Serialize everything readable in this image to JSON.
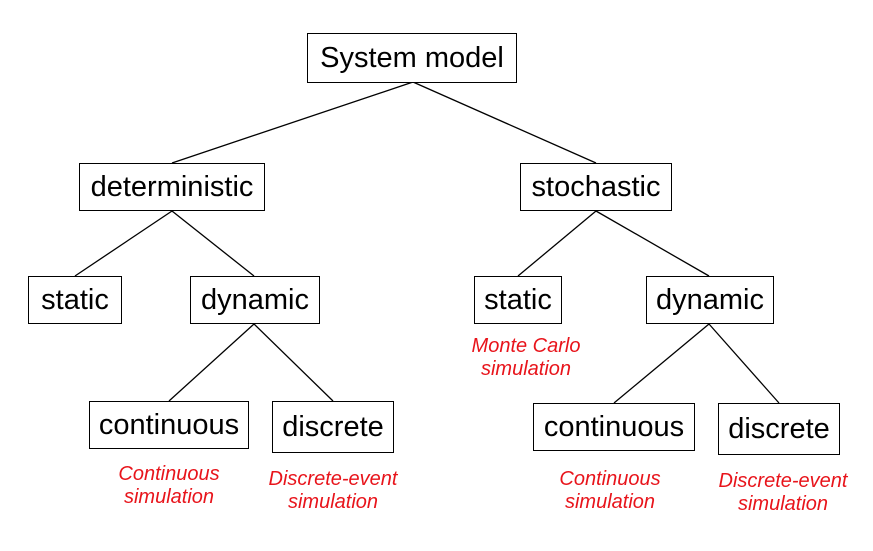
{
  "diagram": {
    "root": "System model",
    "deterministic": {
      "label": "deterministic",
      "static": "static",
      "dynamic": "dynamic",
      "continuous": "continuous",
      "discrete": "discrete",
      "continuous_caption": [
        "Continuous",
        "simulation"
      ],
      "discrete_caption": [
        "Discrete-event",
        "simulation"
      ]
    },
    "stochastic": {
      "label": "stochastic",
      "static": "static",
      "static_caption": [
        "Monte Carlo",
        "simulation"
      ],
      "dynamic": "dynamic",
      "continuous": "continuous",
      "discrete": "discrete",
      "continuous_caption": [
        "Continuous",
        "simulation"
      ],
      "discrete_caption": [
        "Discrete-event",
        "simulation"
      ]
    },
    "colors": {
      "box_border": "#000000",
      "line": "#000000",
      "caption": "#e8141b"
    }
  }
}
